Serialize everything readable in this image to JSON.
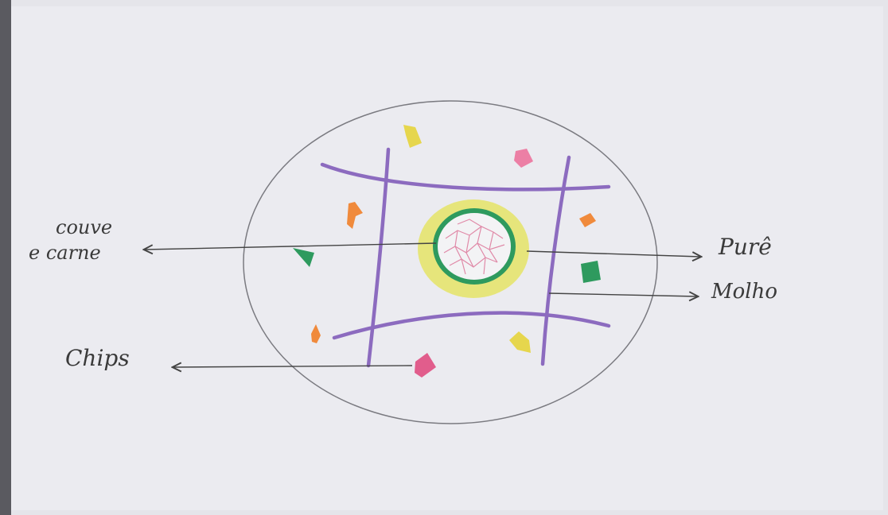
{
  "labels": {
    "couve_line1": "couve",
    "couve_line2": "e carne",
    "pure": "Purê",
    "molho": "Molho",
    "chips": "Chips"
  },
  "colors": {
    "paper": "#ebebf0",
    "ink": "#4b4b4b",
    "purple": "#8c6bbf",
    "yellow": "#e5e36a",
    "green": "#2e9a5e",
    "pink": "#e15d8c",
    "orange": "#f08a3c",
    "pink_net": "#e08aa8"
  }
}
